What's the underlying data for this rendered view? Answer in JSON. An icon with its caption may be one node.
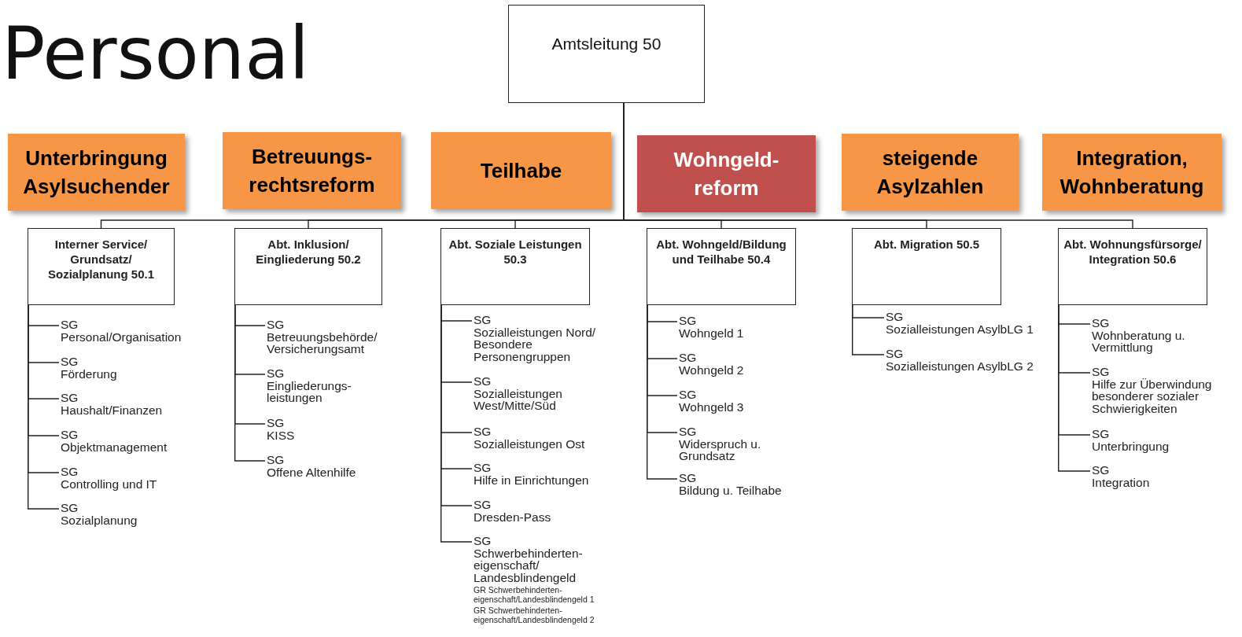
{
  "diagram": {
    "title": "Personal",
    "nodes": [
      {
        "text": [
          "Amtsleitung 50"
        ]
      },
      {
        "text": [
          "Unterbringung Asylsuchender"
        ]
      },
      {
        "text": [
          "Betreuungs- rechtsreform"
        ]
      },
      {
        "text": [
          "Teilhabe"
        ]
      },
      {
        "text": [
          "Wohngeld- reform"
        ]
      },
      {
        "text": [
          "steigende Asylzahlen"
        ]
      },
      {
        "text": [
          "Integration, Wohnberatung"
        ]
      },
      {
        "text": [
          "Interner Service/ Grundsatz/ Sozialplanung 50.1"
        ]
      },
      {
        "text": [
          "Abt. Inklusion/ Eingliederung 50.2"
        ]
      },
      {
        "text": [
          "Abt. Soziale Leistungen 50.3"
        ]
      },
      {
        "text": [
          "Abt. Wohngeld/Bildung und Teilhabe 50.4"
        ]
      },
      {
        "text": [
          "Abt. Migration 50.5"
        ]
      },
      {
        "text": [
          "Abt. Wohnungsfürsorge/ Integration 50.6"
        ]
      },
      {
        "text": [
          "SG",
          "Personal/Organisation"
        ]
      },
      {
        "text": [
          "SG",
          "Förderung"
        ]
      },
      {
        "text": [
          "SG",
          "Haushalt/Finanzen"
        ]
      },
      {
        "text": [
          "SG",
          "Objektmanagement"
        ]
      },
      {
        "text": [
          "SG",
          "Controlling und IT"
        ]
      },
      {
        "text": [
          "SG",
          "Sozialplanung"
        ]
      },
      {
        "text": [
          "SG",
          "Betreuungsbehörde/ Versicherungsamt"
        ]
      },
      {
        "text": [
          "SG",
          "Eingliederungs- leistungen"
        ]
      },
      {
        "text": [
          "SG",
          "KISS"
        ]
      },
      {
        "text": [
          "SG",
          "Offene Altenhilfe"
        ]
      },
      {
        "text": [
          "SG",
          "Sozialleistungen Nord/ Besondere Personengruppen"
        ]
      },
      {
        "text": [
          "SG",
          "Sozialleistungen West/Mitte/Süd"
        ]
      },
      {
        "text": [
          "SG",
          "Sozialleistungen Ost"
        ]
      },
      {
        "text": [
          "SG",
          "Hilfe in Einrichtungen"
        ]
      },
      {
        "text": [
          "SG",
          "Dresden-Pass"
        ]
      },
      {
        "text": [
          "SG",
          "Schwerbehinderten- eigenschaft/ Landesblindengeld"
        ],
        "beside": [
          "GR Schwerbehinderten- eigenschaft/Landesblindengeld 1",
          "GR Schwerbehinderten- eigenschaft/Landesblindengeld 2"
        ]
      },
      {
        "text": [
          "SG",
          "Wohngeld 1"
        ]
      },
      {
        "text": [
          "SG",
          "Wohngeld 2"
        ]
      },
      {
        "text": [
          "SG",
          "Wohngeld 3"
        ]
      },
      {
        "text": [
          "SG",
          "Widerspruch u. Grundsatz"
        ]
      },
      {
        "text": [
          "SG",
          "Bildung u. Teilhabe"
        ]
      },
      {
        "text": [
          "SG",
          "Sozialleistungen AsylbLG 1"
        ]
      },
      {
        "text": [
          "SG",
          "Sozialleistungen AsylbLG 2"
        ]
      },
      {
        "text": [
          "SG",
          "Wohnberatung u. Vermittlung"
        ]
      },
      {
        "text": [
          "SG",
          "Hilfe zur Überwindung besonderer sozialer Schwierigkeiten"
        ]
      },
      {
        "text": [
          "SG",
          "Unterbringung"
        ]
      },
      {
        "text": [
          "SG",
          "Integration"
        ]
      }
    ],
    "edges": [
      {
        "from": 0,
        "to": 7,
        "arrow": "none"
      },
      {
        "from": 0,
        "to": 8,
        "arrow": "none"
      },
      {
        "from": 0,
        "to": 9,
        "arrow": "none"
      },
      {
        "from": 0,
        "to": 10,
        "arrow": "none"
      },
      {
        "from": 0,
        "to": 11,
        "arrow": "none"
      },
      {
        "from": 0,
        "to": 12,
        "arrow": "none"
      },
      {
        "from": 7,
        "to": 13,
        "arrow": "none"
      },
      {
        "from": 7,
        "to": 14,
        "arrow": "none"
      },
      {
        "from": 7,
        "to": 15,
        "arrow": "none"
      },
      {
        "from": 7,
        "to": 16,
        "arrow": "none"
      },
      {
        "from": 7,
        "to": 17,
        "arrow": "none"
      },
      {
        "from": 7,
        "to": 18,
        "arrow": "none"
      },
      {
        "from": 8,
        "to": 19,
        "arrow": "none"
      },
      {
        "from": 8,
        "to": 20,
        "arrow": "none"
      },
      {
        "from": 8,
        "to": 21,
        "arrow": "none"
      },
      {
        "from": 8,
        "to": 22,
        "arrow": "none"
      },
      {
        "from": 9,
        "to": 23,
        "arrow": "none"
      },
      {
        "from": 9,
        "to": 24,
        "arrow": "none"
      },
      {
        "from": 9,
        "to": 25,
        "arrow": "none"
      },
      {
        "from": 9,
        "to": 26,
        "arrow": "none"
      },
      {
        "from": 9,
        "to": 27,
        "arrow": "none"
      },
      {
        "from": 9,
        "to": 28,
        "arrow": "none"
      },
      {
        "from": 10,
        "to": 29,
        "arrow": "none"
      },
      {
        "from": 10,
        "to": 30,
        "arrow": "none"
      },
      {
        "from": 10,
        "to": 31,
        "arrow": "none"
      },
      {
        "from": 10,
        "to": 32,
        "arrow": "none"
      },
      {
        "from": 10,
        "to": 33,
        "arrow": "none"
      },
      {
        "from": 11,
        "to": 34,
        "arrow": "none"
      },
      {
        "from": 11,
        "to": 35,
        "arrow": "none"
      },
      {
        "from": 12,
        "to": 36,
        "arrow": "none"
      },
      {
        "from": 12,
        "to": 37,
        "arrow": "none"
      },
      {
        "from": 12,
        "to": 38,
        "arrow": "none"
      },
      {
        "from": 12,
        "to": 39,
        "arrow": "none"
      }
    ]
  }
}
